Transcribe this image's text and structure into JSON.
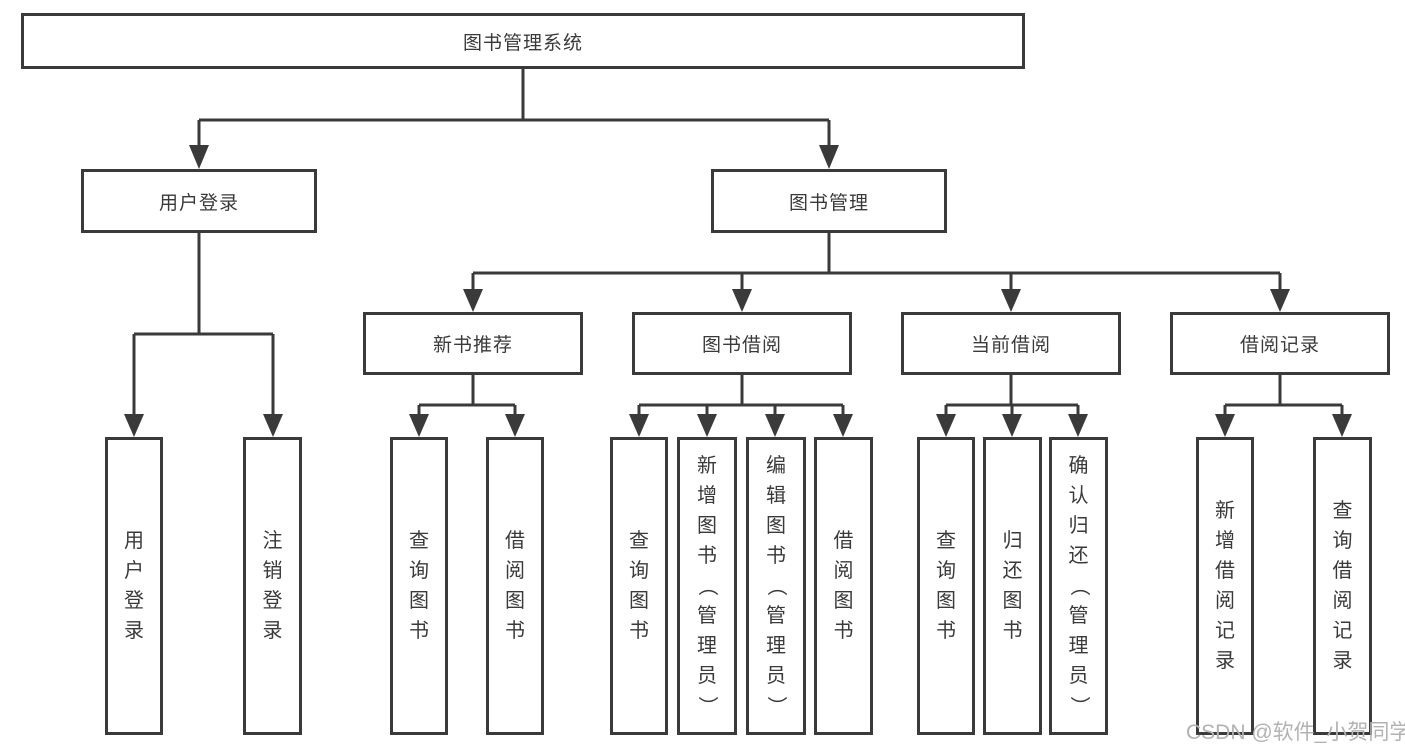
{
  "diagram": {
    "root": {
      "label": "图书管理系统"
    },
    "branches": [
      {
        "label": "用户登录",
        "children": [
          {
            "label": "用户登录"
          },
          {
            "label": "注销登录"
          }
        ]
      },
      {
        "label": "图书管理",
        "children": [
          {
            "label": "新书推荐",
            "children": [
              {
                "label": "查询图书"
              },
              {
                "label": "借阅图书"
              }
            ]
          },
          {
            "label": "图书借阅",
            "children": [
              {
                "label": "查询图书"
              },
              {
                "label": "新增图书（管理员）"
              },
              {
                "label": "编辑图书（管理员）"
              },
              {
                "label": "借阅图书"
              }
            ]
          },
          {
            "label": "当前借阅",
            "children": [
              {
                "label": "查询图书"
              },
              {
                "label": "归还图书"
              },
              {
                "label": "确认归还（管理员）"
              }
            ]
          },
          {
            "label": "借阅记录",
            "children": [
              {
                "label": "新增借阅记录"
              },
              {
                "label": "查询借阅记录"
              }
            ]
          }
        ]
      }
    ]
  },
  "watermark": "CSDN @软件_小贺同学",
  "colors": {
    "line": "#3a3a3a",
    "text": "#3a3a3a",
    "box_background": "#ffffff",
    "watermark": "#b2b2b2",
    "page_background": "#ffffff"
  }
}
